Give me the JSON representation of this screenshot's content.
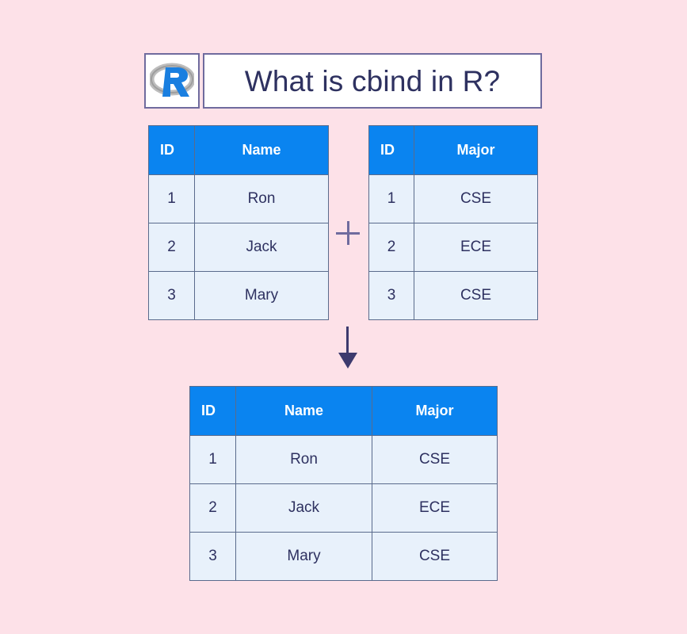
{
  "background_color": "#fde1e8",
  "header": {
    "logo_icon": "r-language-logo-icon",
    "title": "What is cbind in R?"
  },
  "colors": {
    "table_header_bg": "#0a84f0",
    "table_header_text": "#ffffff",
    "table_cell_bg": "#e8f1fb",
    "table_cell_text": "#2e3160",
    "table_border": "#5a6b8c",
    "connector": "#3d3a6e",
    "title_text": "#2e3160"
  },
  "tables": {
    "left": {
      "name": "input-table-name",
      "columns": [
        "ID",
        "Name"
      ],
      "rows": [
        [
          "1",
          "Ron"
        ],
        [
          "2",
          "Jack"
        ],
        [
          "3",
          "Mary"
        ]
      ]
    },
    "right": {
      "name": "input-table-major",
      "columns": [
        "ID",
        "Major"
      ],
      "rows": [
        [
          "1",
          "CSE"
        ],
        [
          "2",
          "ECE"
        ],
        [
          "3",
          "CSE"
        ]
      ]
    },
    "result": {
      "name": "result-table",
      "columns": [
        "ID",
        "Name",
        "Major"
      ],
      "rows": [
        [
          "1",
          "Ron",
          "CSE"
        ],
        [
          "2",
          "Jack",
          "ECE"
        ],
        [
          "3",
          "Mary",
          "CSE"
        ]
      ]
    }
  },
  "connectors": {
    "plus": "+",
    "arrow": "down-arrow"
  }
}
